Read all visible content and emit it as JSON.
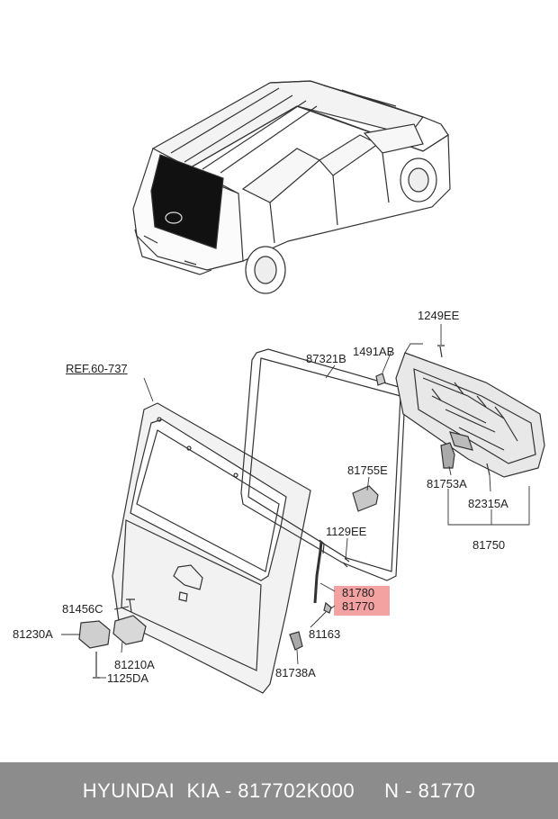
{
  "diagram": {
    "ref_label": "REF.60-737",
    "parts": {
      "p1249EE": "1249EE",
      "p1491AB": "1491AB",
      "p87321B": "87321B",
      "p81755E": "81755E",
      "p81753A": "81753A",
      "p82315A": "82315A",
      "p81750": "81750",
      "p1129EE": "1129EE",
      "p81780": "81780",
      "p81770": "81770",
      "p81163": "81163",
      "p81738A": "81738A",
      "p81456C": "81456C",
      "p81230A": "81230A",
      "p81210A": "81210A",
      "p1125DA": "1125DA"
    },
    "highlight_color": "#f4a1a1"
  },
  "footer": {
    "brand": "HYUNDAI  KIA - 817702K000",
    "part": "N - 81770",
    "background": "#8c8c8c"
  }
}
